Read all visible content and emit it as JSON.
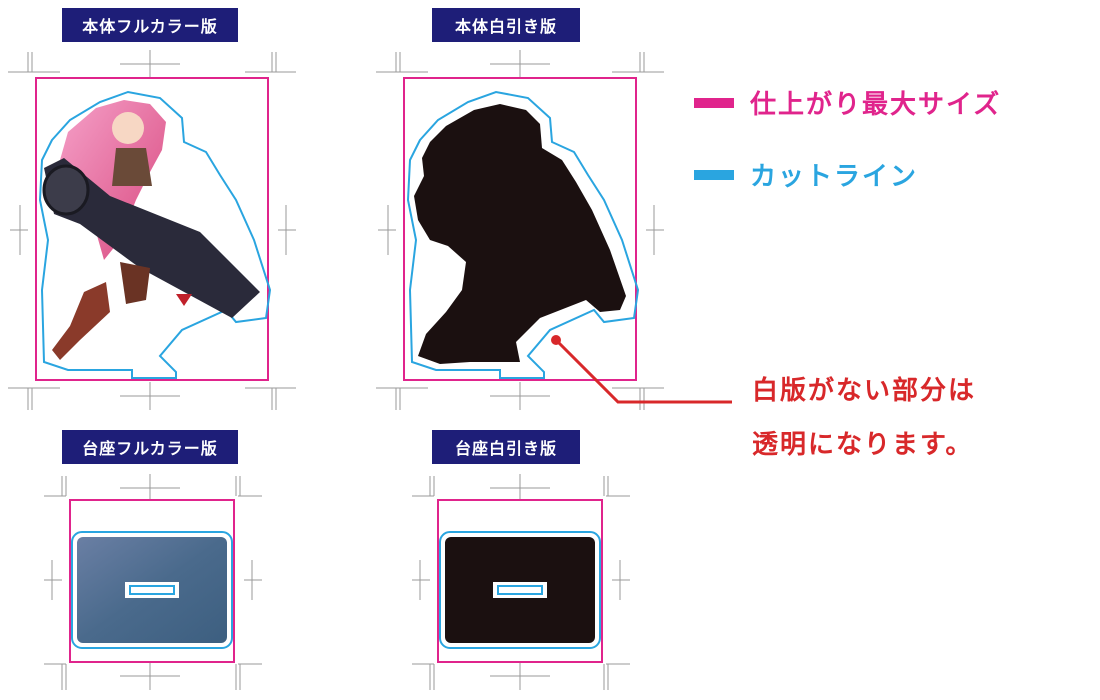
{
  "panels": {
    "body_fullcolor": {
      "label": "本体フルカラー版",
      "variant": "full-color"
    },
    "body_white": {
      "label": "本体白引き版",
      "variant": "white-plate"
    },
    "base_fullcolor": {
      "label": "台座フルカラー版",
      "variant": "full-color"
    },
    "base_white": {
      "label": "台座白引き版",
      "variant": "white-plate"
    }
  },
  "legend": {
    "trim": {
      "label": "仕上がり最大サイズ",
      "color": "#e0248c"
    },
    "cut": {
      "label": "カットライン",
      "color": "#2aa5e0"
    }
  },
  "note": {
    "line1": "白版がない部分は",
    "line2": "透明になります。",
    "color": "#d8282a"
  },
  "colors": {
    "label_bg": "#1e1e78",
    "trim": "#e0248c",
    "cut": "#2aa5e0",
    "white_plate": "#1b1010",
    "callout": "#d8282a"
  }
}
